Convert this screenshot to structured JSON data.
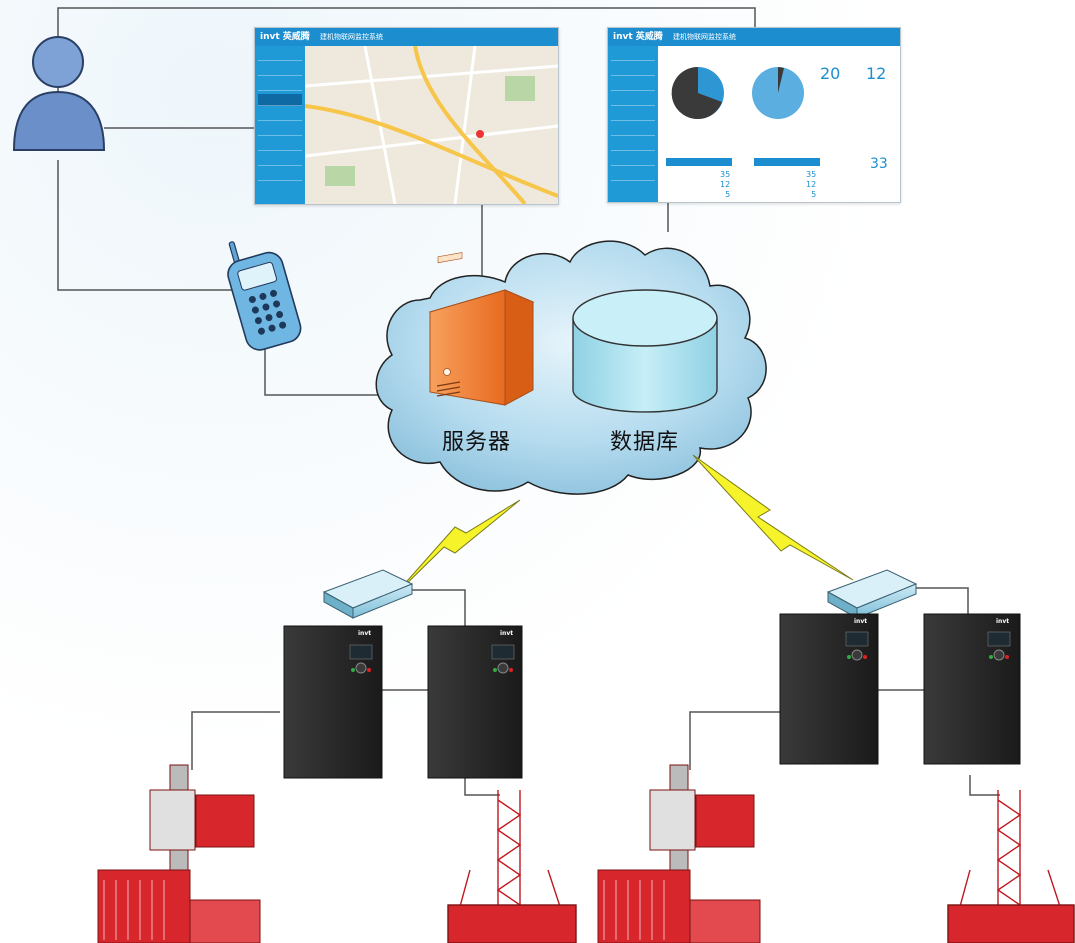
{
  "labels": {
    "server": "服务器",
    "database": "数据库"
  },
  "screens": {
    "left": {
      "brand": "invt 英威腾",
      "app_title": "建机物联网监控系统"
    },
    "right": {
      "brand": "invt 英威腾",
      "app_title": "建机物联网监控系统",
      "stat_a": "20",
      "stat_b": "12",
      "stat_c": "33",
      "row_values": [
        "35",
        "12",
        "5"
      ],
      "row_values_2": [
        "35",
        "12",
        "5"
      ]
    }
  },
  "drive_brand": "invt",
  "colors": {
    "cloud_fill": "#a9d3ea",
    "server_orange": "#f37a2e",
    "db_fill": "#b4e6f2",
    "lightning": "#f6f32a",
    "ui_blue": "#1c8ed0",
    "drive_body": "#2a2a2a",
    "crane_red": "#d8262d"
  }
}
